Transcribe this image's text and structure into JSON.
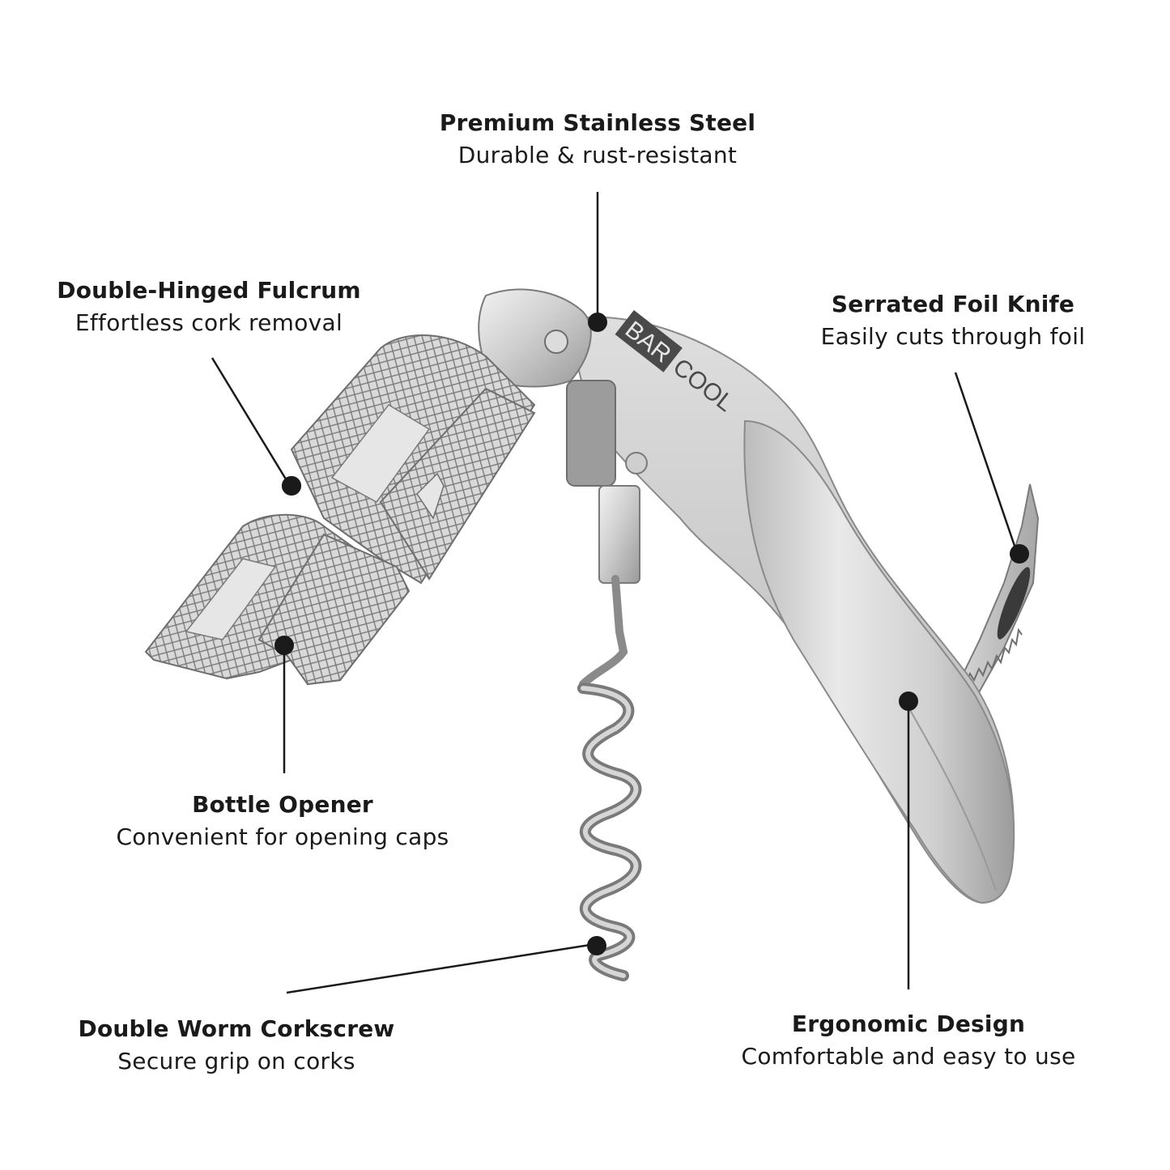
{
  "brand": {
    "logo_text_boxed": "BAR",
    "logo_text_plain": "COOL"
  },
  "colors": {
    "background": "#ffffff",
    "text": "#1a1a1a",
    "steel_light": "#e8e8e8",
    "steel_mid": "#bdbdbd",
    "steel_dark": "#6e6e6e"
  },
  "callouts": {
    "stainless_steel": {
      "title": "Premium Stainless Steel",
      "subtitle": "Durable & rust-resistant"
    },
    "fulcrum": {
      "title": "Double-Hinged Fulcrum",
      "subtitle": "Effortless cork removal"
    },
    "foil_knife": {
      "title": "Serrated Foil Knife",
      "subtitle": "Easily cuts through foil"
    },
    "bottle_opener": {
      "title": "Bottle Opener",
      "subtitle": "Convenient for opening caps"
    },
    "corkscrew": {
      "title": "Double Worm Corkscrew",
      "subtitle": "Secure grip on corks"
    },
    "ergonomic": {
      "title": "Ergonomic Design",
      "subtitle": "Comfortable and easy to use"
    }
  }
}
